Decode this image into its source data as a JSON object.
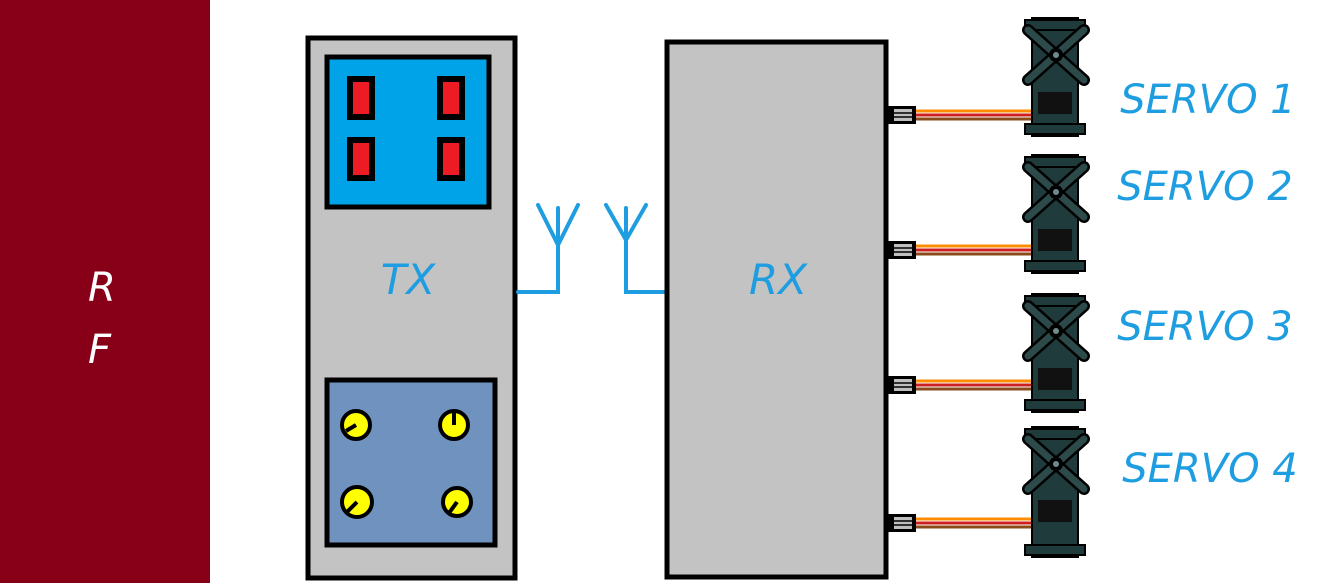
{
  "sidebar": {
    "letters": [
      "R",
      "F"
    ],
    "color": "#880018"
  },
  "transmitter": {
    "label": "TX"
  },
  "receiver": {
    "label": "RX"
  },
  "servos": [
    {
      "label": "SERVO 1"
    },
    {
      "label": "SERVO 2"
    },
    {
      "label": "SERVO 3"
    },
    {
      "label": "SERVO 4"
    }
  ],
  "colors": {
    "accent_blue": "#1e9ee0",
    "box_gray": "#c3c3c3",
    "switch_panel": "#00a2e8",
    "switch_red": "#ed1c24",
    "knob_panel": "#7092be",
    "knob_yellow": "#ffff00",
    "servo_body": "#1f3b3b",
    "wire_orange": "#ff8c00",
    "wire_red": "#cc1f1f",
    "wire_brown": "#8b4a1a"
  },
  "icons": {
    "switch": "toggle-switch-icon",
    "knob": "knob-icon",
    "antenna": "antenna-icon",
    "servo": "servo-motor-icon"
  }
}
